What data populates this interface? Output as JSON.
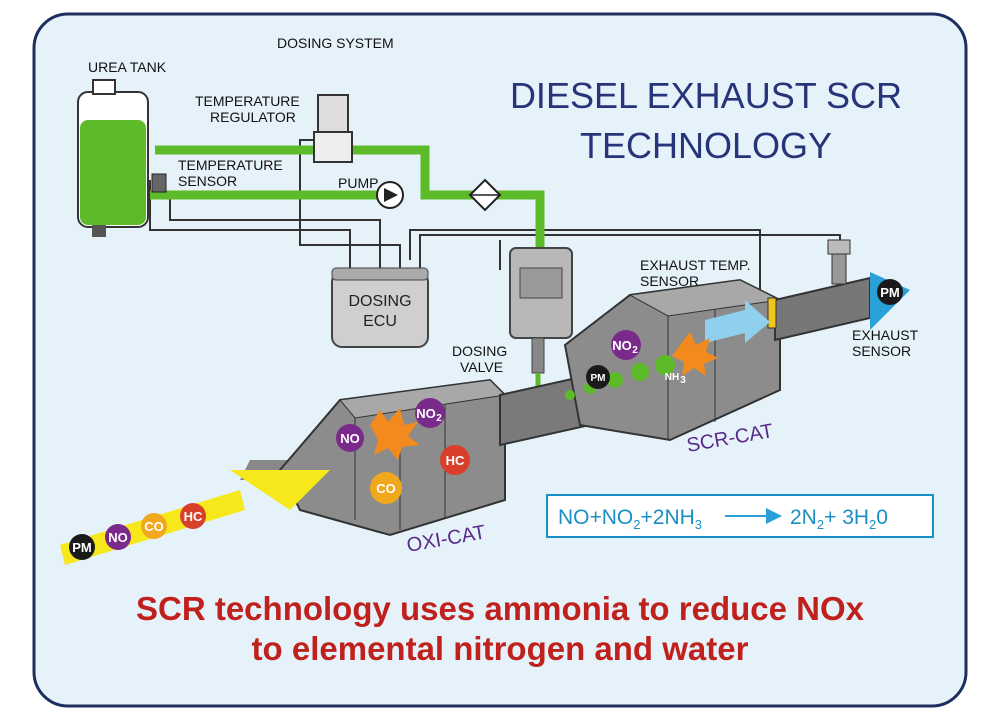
{
  "title": {
    "line1": "DIESEL EXHAUST SCR",
    "line2": "TECHNOLOGY"
  },
  "labels": {
    "urea_tank": "UREA TANK",
    "dosing_system": "DOSING SYSTEM",
    "temp_regulator_1": "TEMPERATURE",
    "temp_regulator_2": "REGULATOR",
    "temp_sensor_1": "TEMPERATURE",
    "temp_sensor_2": "SENSOR",
    "pump": "PUMP",
    "dosing_ecu_1": "DOSING",
    "dosing_ecu_2": "ECU",
    "dosing_valve_1": "DOSING",
    "dosing_valve_2": "VALVE",
    "exhaust_temp_1": "EXHAUST TEMP.",
    "exhaust_temp_2": "SENSOR",
    "exhaust_sensor_1": "EXHAUST",
    "exhaust_sensor_2": "SENSOR",
    "oxi_cat": "OXI-CAT",
    "scr_cat": "SCR-CAT"
  },
  "molecules": {
    "pm": "PM",
    "no": "NO",
    "co": "CO",
    "hc": "HC",
    "no2_main": "NO",
    "no2_sub": "2",
    "nh3_main": "NH",
    "nh3_sub": "3"
  },
  "equation": {
    "left": "NO+NO",
    "left_sub": "2",
    "left_rest": "+2NH",
    "left_sub2": "3",
    "right": "2N",
    "right_sub": "2",
    "right_rest": "+ 3H",
    "right_sub2": "2",
    "right_end": "0"
  },
  "caption": {
    "line1": "SCR technology uses ammonia to reduce NOx",
    "line2": "to elemental nitrogen and water"
  },
  "colors": {
    "panel_bg": "#e6f2fa",
    "panel_border": "#1c2f5e",
    "title": "#26347a",
    "cat_label": "#5a2a8a",
    "caption": "#c0211d",
    "equation": "#1a8fc4",
    "urea_green": "#5dbb2a",
    "pm": "#1a1a1a",
    "no": "#7a2a8a",
    "co": "#f2a81d",
    "hc": "#d8402b"
  }
}
